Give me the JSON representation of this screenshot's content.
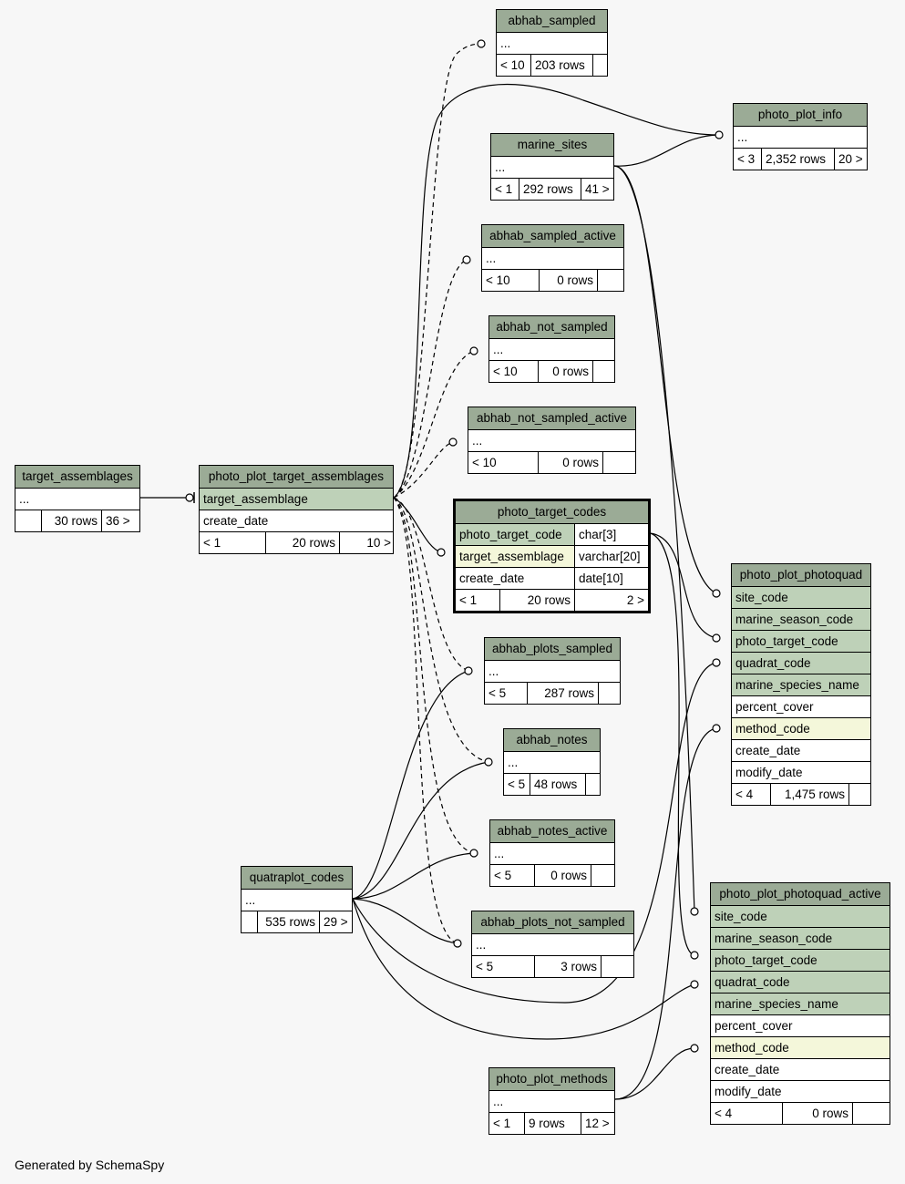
{
  "footer": "Generated by SchemaSpy",
  "tables": {
    "abhab_sampled": {
      "name": "abhab_sampled",
      "rows": [
        "..."
      ],
      "stats": [
        "< 10",
        "203 rows",
        ""
      ]
    },
    "photo_plot_info": {
      "name": "photo_plot_info",
      "rows": [
        "..."
      ],
      "stats": [
        "< 3",
        "2,352 rows",
        "20 >"
      ]
    },
    "marine_sites": {
      "name": "marine_sites",
      "rows": [
        "..."
      ],
      "stats": [
        "< 1",
        "292 rows",
        "41 >"
      ]
    },
    "abhab_sampled_active": {
      "name": "abhab_sampled_active",
      "rows": [
        "..."
      ],
      "stats": [
        "< 10",
        "0 rows",
        ""
      ]
    },
    "abhab_not_sampled": {
      "name": "abhab_not_sampled",
      "rows": [
        "..."
      ],
      "stats": [
        "< 10",
        "0 rows",
        ""
      ]
    },
    "abhab_not_sampled_active": {
      "name": "abhab_not_sampled_active",
      "rows": [
        "..."
      ],
      "stats": [
        "< 10",
        "0 rows",
        ""
      ]
    },
    "target_assemblages": {
      "name": "target_assemblages",
      "rows": [
        "..."
      ],
      "stats": [
        "",
        "30 rows",
        "36 >"
      ]
    },
    "photo_plot_target_assemblages": {
      "name": "photo_plot_target_assemblages",
      "rows": [
        "target_assemblage",
        "create_date"
      ],
      "stats": [
        "< 1",
        "20 rows",
        "10 >"
      ]
    },
    "photo_target_codes": {
      "name": "photo_target_codes",
      "columns": [
        {
          "name": "photo_target_code",
          "type": "char[3]"
        },
        {
          "name": "target_assemblage",
          "type": "varchar[20]"
        },
        {
          "name": "create_date",
          "type": "date[10]"
        }
      ],
      "stats": [
        "< 1",
        "20 rows",
        "2 >"
      ]
    },
    "photo_plot_photoquad": {
      "name": "photo_plot_photoquad",
      "rows": [
        "site_code",
        "marine_season_code",
        "photo_target_code",
        "quadrat_code",
        "marine_species_name",
        "percent_cover",
        "method_code",
        "create_date",
        "modify_date"
      ],
      "stats": [
        "< 4",
        "1,475 rows",
        ""
      ]
    },
    "abhab_plots_sampled": {
      "name": "abhab_plots_sampled",
      "rows": [
        "..."
      ],
      "stats": [
        "< 5",
        "287 rows",
        ""
      ]
    },
    "abhab_notes": {
      "name": "abhab_notes",
      "rows": [
        "..."
      ],
      "stats": [
        "< 5",
        "48 rows",
        ""
      ]
    },
    "abhab_notes_active": {
      "name": "abhab_notes_active",
      "rows": [
        "..."
      ],
      "stats": [
        "< 5",
        "0 rows",
        ""
      ]
    },
    "quatraplot_codes": {
      "name": "quatraplot_codes",
      "rows": [
        "..."
      ],
      "stats": [
        "",
        "535 rows",
        "29 >"
      ]
    },
    "abhab_plots_not_sampled": {
      "name": "abhab_plots_not_sampled",
      "rows": [
        "..."
      ],
      "stats": [
        "< 5",
        "3 rows",
        ""
      ]
    },
    "photo_plot_photoquad_active": {
      "name": "photo_plot_photoquad_active",
      "rows": [
        "site_code",
        "marine_season_code",
        "photo_target_code",
        "quadrat_code",
        "marine_species_name",
        "percent_cover",
        "method_code",
        "create_date",
        "modify_date"
      ],
      "stats": [
        "< 4",
        "0 rows",
        ""
      ]
    },
    "photo_plot_methods": {
      "name": "photo_plot_methods",
      "rows": [
        "..."
      ],
      "stats": [
        "< 1",
        "9 rows",
        "12 >"
      ]
    }
  }
}
